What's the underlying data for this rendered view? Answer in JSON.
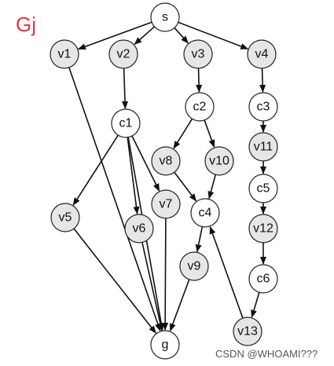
{
  "title": "Gj",
  "watermark": "CSDN @WHOAMI???",
  "colors": {
    "title": "#e8363c",
    "gray_node_fill": "#e6e6e6",
    "white_node_fill": "#ffffff",
    "edge": "#111111"
  },
  "nodes": [
    {
      "id": "s",
      "label": "s",
      "shaded": false
    },
    {
      "id": "v1",
      "label": "v1",
      "shaded": true
    },
    {
      "id": "v2",
      "label": "v2",
      "shaded": true
    },
    {
      "id": "v3",
      "label": "v3",
      "shaded": true
    },
    {
      "id": "v4",
      "label": "v4",
      "shaded": true
    },
    {
      "id": "c1",
      "label": "c1",
      "shaded": false
    },
    {
      "id": "c2",
      "label": "c2",
      "shaded": false
    },
    {
      "id": "c3",
      "label": "c3",
      "shaded": false
    },
    {
      "id": "v11",
      "label": "v11",
      "shaded": true
    },
    {
      "id": "v8",
      "label": "v8",
      "shaded": true
    },
    {
      "id": "v10",
      "label": "v10",
      "shaded": true
    },
    {
      "id": "c5",
      "label": "c5",
      "shaded": false
    },
    {
      "id": "v7",
      "label": "v7",
      "shaded": true
    },
    {
      "id": "c4",
      "label": "c4",
      "shaded": false
    },
    {
      "id": "v5",
      "label": "v5",
      "shaded": true
    },
    {
      "id": "v6",
      "label": "v6",
      "shaded": true
    },
    {
      "id": "v12",
      "label": "v12",
      "shaded": true
    },
    {
      "id": "v9",
      "label": "v9",
      "shaded": true
    },
    {
      "id": "c6",
      "label": "c6",
      "shaded": false
    },
    {
      "id": "v13",
      "label": "v13",
      "shaded": true
    },
    {
      "id": "g",
      "label": "g",
      "shaded": false
    }
  ],
  "edges": [
    {
      "from": "s",
      "to": "v1"
    },
    {
      "from": "s",
      "to": "v2"
    },
    {
      "from": "s",
      "to": "v3"
    },
    {
      "from": "s",
      "to": "v4"
    },
    {
      "from": "v1",
      "to": "g"
    },
    {
      "from": "v2",
      "to": "c1"
    },
    {
      "from": "v3",
      "to": "c2"
    },
    {
      "from": "v4",
      "to": "c3"
    },
    {
      "from": "c1",
      "to": "v5"
    },
    {
      "from": "c1",
      "to": "v6"
    },
    {
      "from": "c1",
      "to": "v7"
    },
    {
      "from": "c1",
      "to": "g"
    },
    {
      "from": "c2",
      "to": "v8"
    },
    {
      "from": "c2",
      "to": "v10"
    },
    {
      "from": "c3",
      "to": "v11"
    },
    {
      "from": "v11",
      "to": "c5"
    },
    {
      "from": "c5",
      "to": "v12"
    },
    {
      "from": "v12",
      "to": "c6"
    },
    {
      "from": "c6",
      "to": "v13"
    },
    {
      "from": "v13",
      "to": "c4"
    },
    {
      "from": "v8",
      "to": "c4"
    },
    {
      "from": "v10",
      "to": "c4"
    },
    {
      "from": "c4",
      "to": "v9"
    },
    {
      "from": "v9",
      "to": "g"
    },
    {
      "from": "v5",
      "to": "g"
    },
    {
      "from": "v6",
      "to": "g"
    },
    {
      "from": "v7",
      "to": "g"
    }
  ]
}
